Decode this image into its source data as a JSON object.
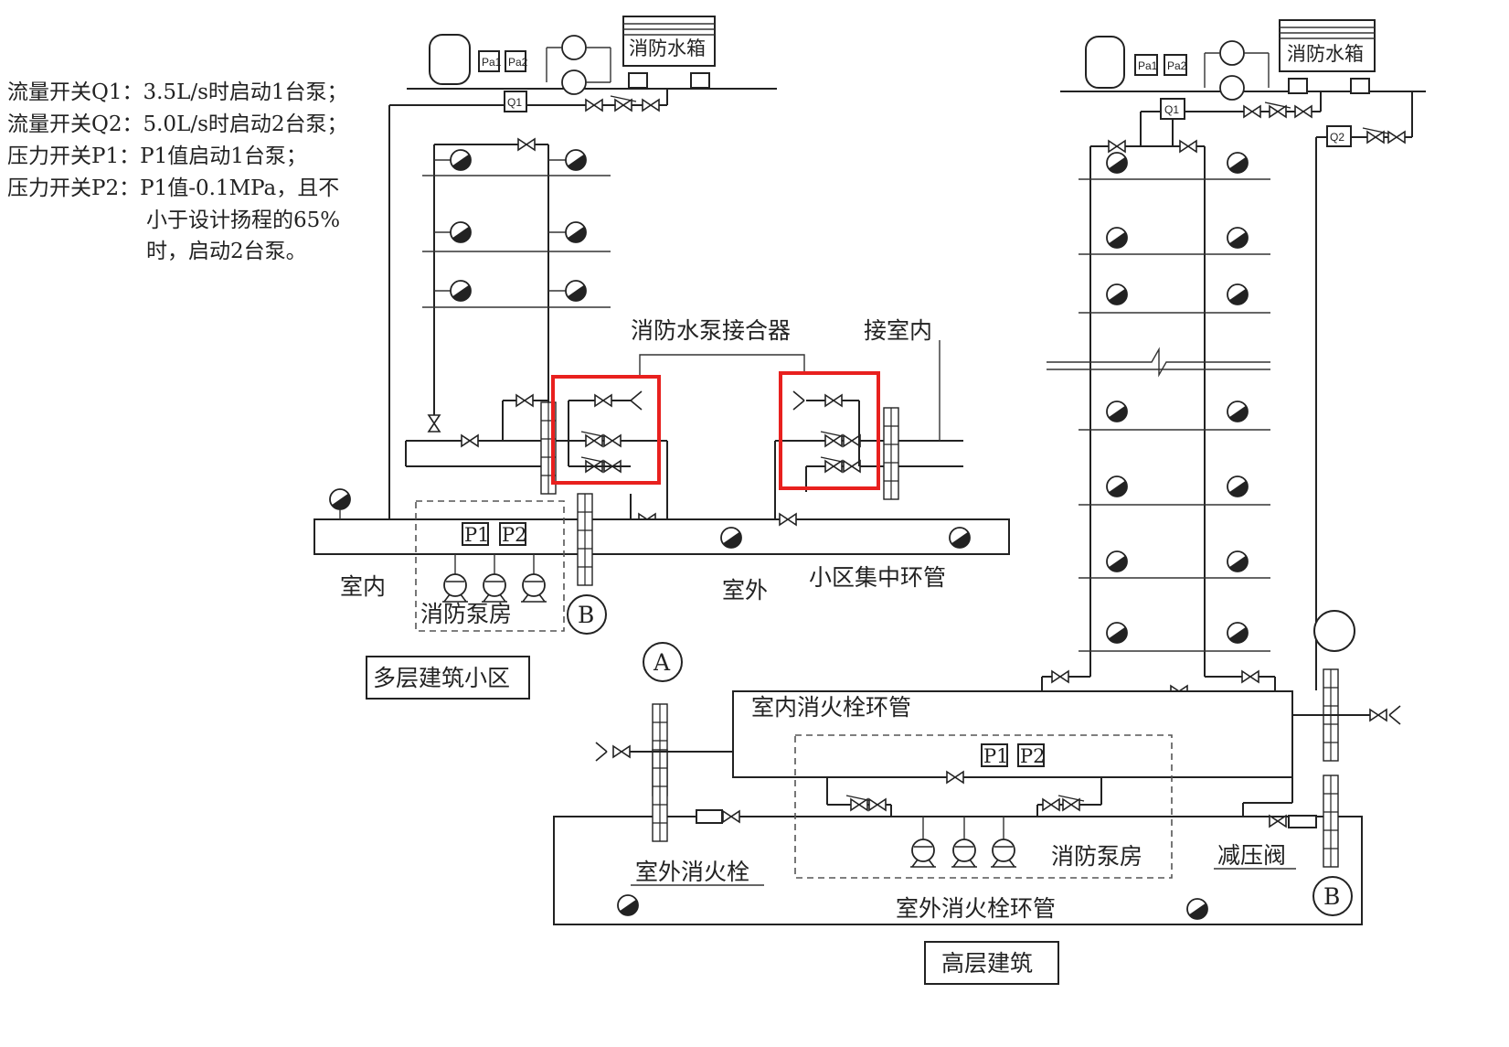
{
  "notes": {
    "q1": "流量开关Q1：3.5L/s时启动1台泵；",
    "q2": "流量开关Q2：5.0L/s时启动2台泵；",
    "p1": "压力开关P1：P1值启动1台泵；",
    "p2_line1": "压力开关P2：P1值-0.1MPa，且不",
    "p2_line2": "小于设计扬程的65%",
    "p2_line3": "时，启动2台泵。"
  },
  "left": {
    "tank_label": "消防水箱",
    "pa1": "Pa1",
    "pa2": "Pa2",
    "q1": "Q1",
    "p1": "P1",
    "p2": "P2",
    "connector_label": "消防水泵接合器",
    "to_indoor": "接室内",
    "indoor": "室内",
    "pump_room": "消防泵房",
    "outdoor": "室外",
    "ring_label": "小区集中环管",
    "marker_b": "B",
    "title": "多层建筑小区"
  },
  "right": {
    "tank_label": "消防水箱",
    "pa1": "Pa1",
    "pa2": "Pa2",
    "q1": "Q1",
    "q2": "Q2",
    "p1": "P1",
    "p2": "P2",
    "indoor_ring": "室内消火栓环管",
    "outdoor_ring": "室外消火栓环管",
    "pump_room": "消防泵房",
    "outdoor_hydrant": "室外消火栓",
    "prv": "减压阀",
    "marker_a": "A",
    "marker_b": "B",
    "title": "高层建筑"
  },
  "colors": {
    "line": "#222222",
    "highlight": "#e8201e",
    "background": "#ffffff"
  }
}
